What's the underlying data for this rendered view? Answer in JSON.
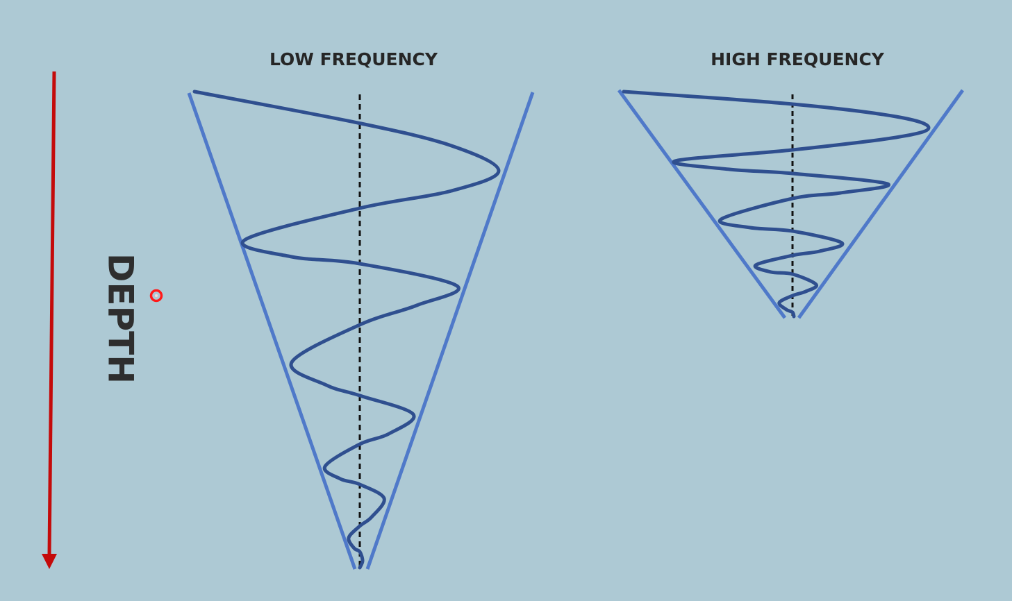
{
  "background_color": "#adc9d4",
  "depth_axis": {
    "label": "DEPTH",
    "arrow_color": "#c40a0a",
    "label_color": "#2e2e2e"
  },
  "pointer": {
    "color": "#ff1a1a"
  },
  "panels": [
    {
      "title": "LOW FREQUENCY",
      "cone_color": "#4f79c9",
      "spiral_color": "#2f4f8f",
      "centerline_color": "#111111"
    },
    {
      "title": "HIGH FREQUENCY",
      "cone_color": "#4f79c9",
      "spiral_color": "#2f4f8f",
      "centerline_color": "#111111"
    }
  ]
}
